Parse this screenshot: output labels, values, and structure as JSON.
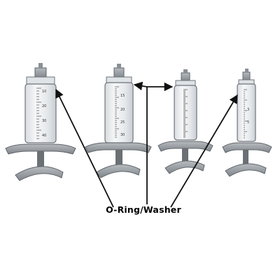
{
  "diagram": {
    "callout_label": "O-Ring/Washer",
    "colors": {
      "arrow": "#111111",
      "barrel_fill": "#eef0f2",
      "barrel_stroke": "#6e747a",
      "scale_marks": "#333333",
      "metal_grip": "#9a9fa4",
      "plunger": "#6b7075"
    },
    "syringes": [
      {
        "name": "large-syringe",
        "scale_labels": [
          "10",
          "20",
          "30",
          "40"
        ]
      },
      {
        "name": "medium-syringe",
        "scale_labels": [
          "15",
          "20",
          "25",
          "30"
        ]
      },
      {
        "name": "small-syringe",
        "scale_labels": []
      },
      {
        "name": "mini-syringe",
        "scale_labels": [
          "3",
          "5"
        ]
      }
    ]
  }
}
